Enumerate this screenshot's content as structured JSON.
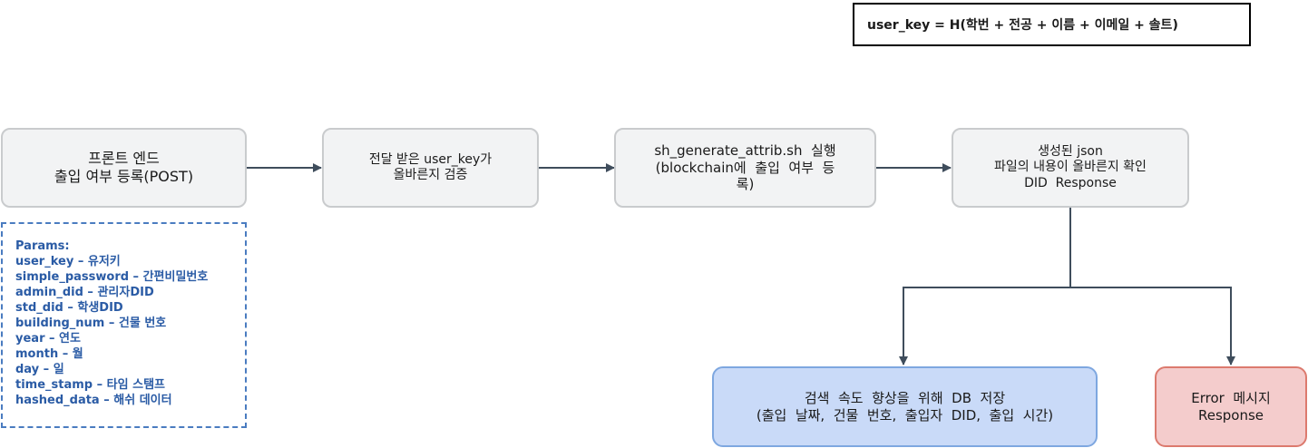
{
  "formula": "user_key = H(학번 + 전공 + 이름 + 이메일 + 솔트)",
  "nodes": {
    "frontend": {
      "line1": "프론트 엔드",
      "line2": "출입 여부 등록(POST)"
    },
    "verify": {
      "line1": "전달 받은 user_key가",
      "line2": "올바른지 검증"
    },
    "execute": {
      "line1": "sh_generate_attrib.sh  실행",
      "line2": "(blockchain에  출입  여부  등",
      "line3": "록)"
    },
    "check": {
      "line1": "생성된 json",
      "line2": "파일의 내용이 올바른지 확인",
      "line3": "DID  Response"
    },
    "store": {
      "line1": "검색  속도  향상을  위해  DB  저장",
      "line2": "(출입  날짜,  건물  번호,  출입자  DID,  출입  시간)"
    },
    "error": {
      "line1": "Error  메시지",
      "line2": "Response"
    }
  },
  "params": {
    "title": "Params:",
    "items": [
      "user_key – 유저키",
      "simple_password – 간편비밀번호",
      "admin_did – 관리자DID",
      "std_did – 학생DID",
      "building_num – 건물 번호",
      "year – 연도",
      "month – 월",
      "day – 일",
      "time_stamp – 타임 스탬프",
      "hashed_data – 해쉬 데이터"
    ]
  },
  "colors": {
    "arrow": "#3f4d5c",
    "gray_fill": "#f2f3f4",
    "blue_fill": "#c9daf8",
    "red_fill": "#f4cccc",
    "params_text": "#2a5ba5"
  }
}
